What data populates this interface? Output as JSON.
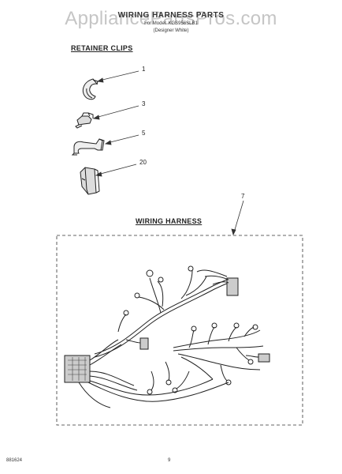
{
  "header": {
    "watermark": "AppliancePartsPros.com",
    "title": "WIRING HARNESS PARTS",
    "model_line": "For Model: KGS956SLB1",
    "color_line": "(Designer White)"
  },
  "sections": {
    "retainer_clips": "RETAINER CLIPS",
    "wiring_harness": "WIRING HARNESS"
  },
  "callouts": {
    "c1": "1",
    "c3": "3",
    "c5": "5",
    "c20": "20",
    "c7": "7"
  },
  "footer": {
    "doc_number": "881624",
    "page_number": "9"
  }
}
